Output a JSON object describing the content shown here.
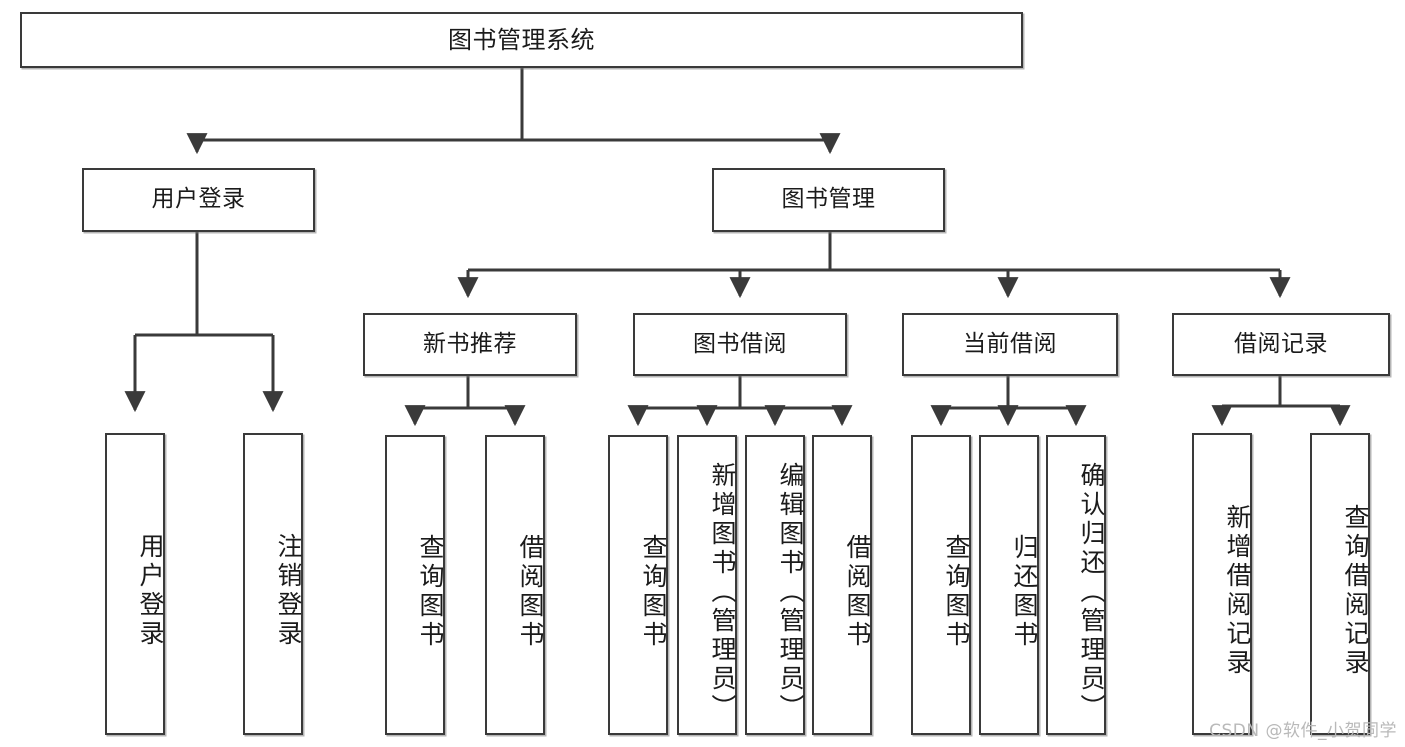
{
  "diagram": {
    "type": "hierarchy-tree",
    "title": "图书管理系统",
    "watermark": "CSDN @软件_小贺同学",
    "colors": {
      "box_border": "#3a3a3a",
      "box_fill": "#ffffff",
      "edge": "#3a3a3a",
      "text": "#1b1b1b",
      "watermark": "#b9b9b9"
    },
    "root": {
      "label": "图书管理系统"
    },
    "level2": [
      {
        "id": "user-login",
        "label": "用户登录"
      },
      {
        "id": "book-manage",
        "label": "图书管理"
      }
    ],
    "level3": [
      {
        "id": "new-book-recommend",
        "label": "新书推荐"
      },
      {
        "id": "book-borrow",
        "label": "图书借阅"
      },
      {
        "id": "current-borrow",
        "label": "当前借阅"
      },
      {
        "id": "borrow-record",
        "label": "借阅记录"
      }
    ],
    "leaves": {
      "user_login": [
        {
          "id": "leaf-user-login",
          "label": "用户登录"
        },
        {
          "id": "leaf-logout-login",
          "label": "注销登录"
        }
      ],
      "new_book_recommend": [
        {
          "id": "leaf-query-book-1",
          "label": "查询图书"
        },
        {
          "id": "leaf-borrow-book-1",
          "label": "借阅图书"
        }
      ],
      "book_borrow": [
        {
          "id": "leaf-query-book-2",
          "label": "查询图书"
        },
        {
          "id": "leaf-add-book",
          "label": "新增图书（管理员）"
        },
        {
          "id": "leaf-edit-book",
          "label": "编辑图书（管理员）"
        },
        {
          "id": "leaf-borrow-book-2",
          "label": "借阅图书"
        }
      ],
      "current_borrow": [
        {
          "id": "leaf-query-book-3",
          "label": "查询图书"
        },
        {
          "id": "leaf-return-book",
          "label": "归还图书"
        },
        {
          "id": "leaf-confirm-return",
          "label": "确认归还（管理员）"
        }
      ],
      "borrow_record": [
        {
          "id": "leaf-add-record",
          "label": "新增借阅记录"
        },
        {
          "id": "leaf-query-record",
          "label": "查询借阅记录"
        }
      ]
    }
  }
}
